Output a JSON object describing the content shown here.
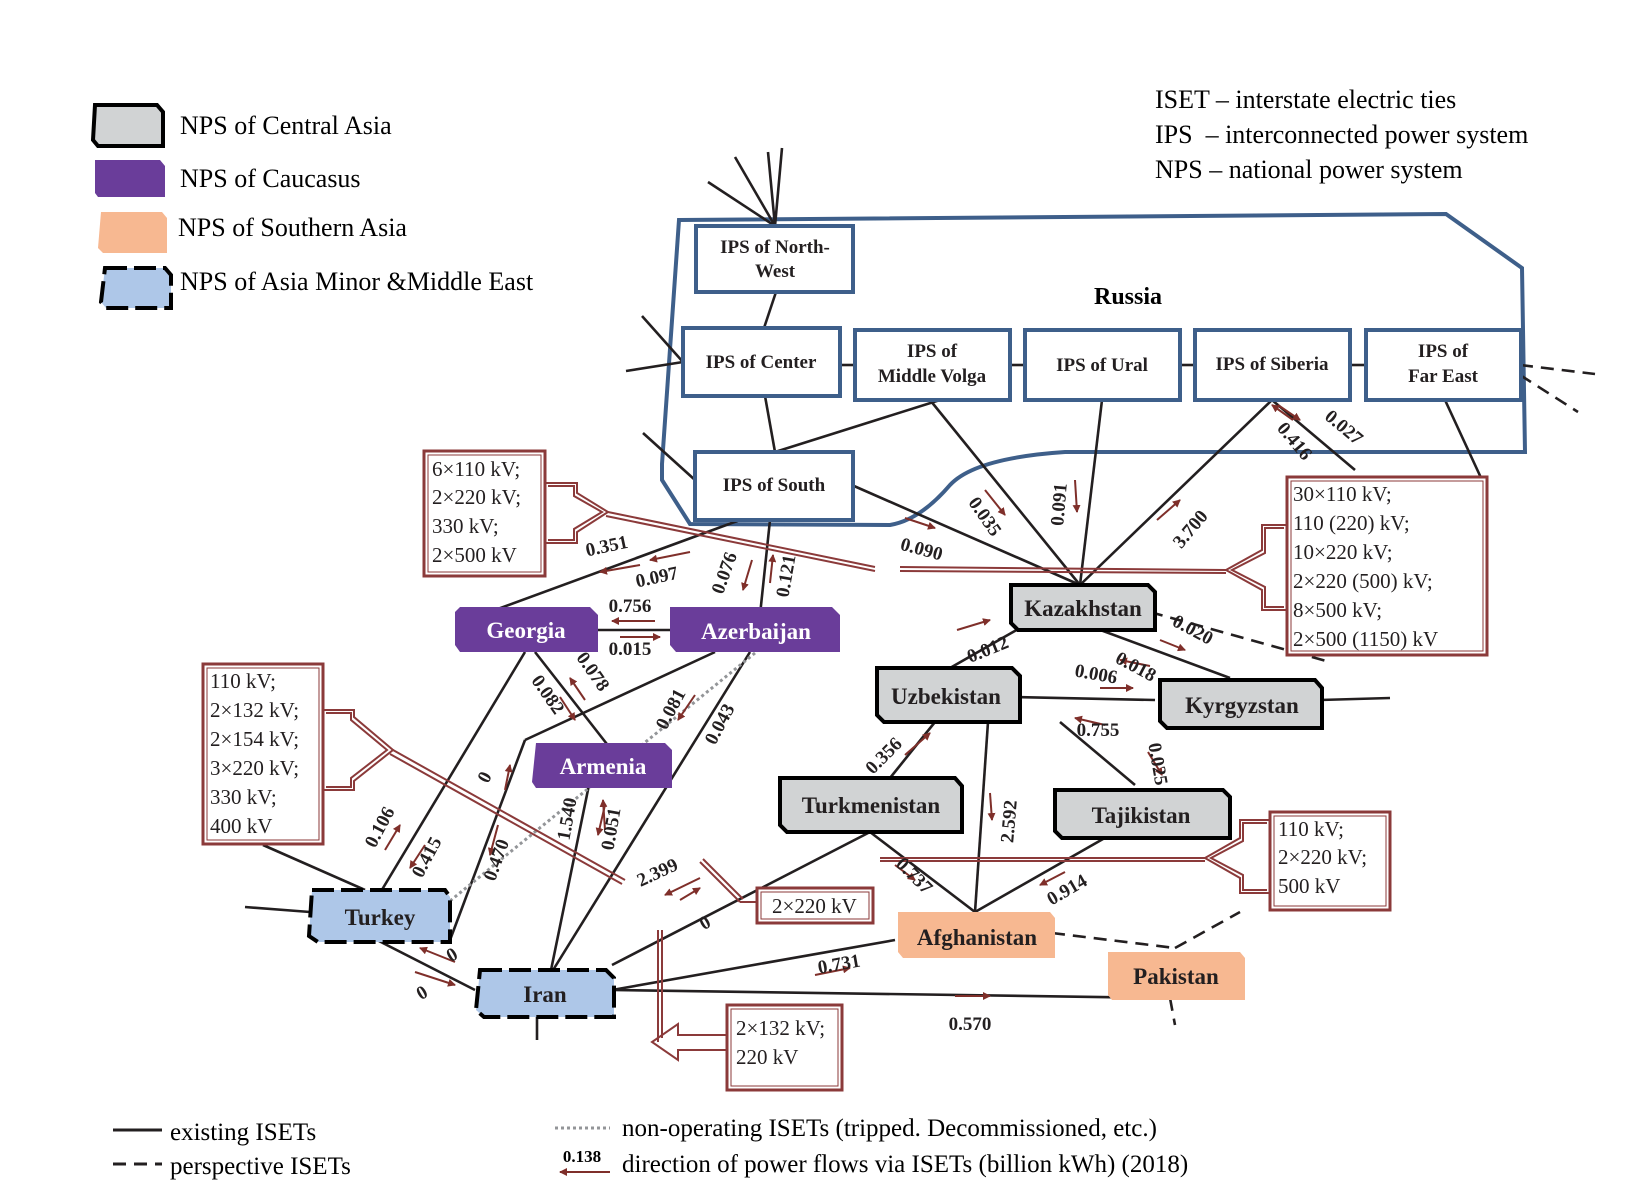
{
  "colors": {
    "central_asia": "#d1d3d4",
    "caucasus": "#6a3d9a",
    "southern_asia": "#f7b891",
    "asia_minor": "#aec7e8",
    "russia_outline": "#3e5f8a",
    "flow_arrow": "#7f2f2a",
    "callout": "#8b3a3a"
  },
  "abbreviations": [
    "ISET – interstate electric ties",
    "IPS  – interconnected power system",
    "NPS – national power system"
  ],
  "legend": {
    "central_asia": "NPS of Central Asia",
    "caucasus": "NPS of Caucasus",
    "southern_asia": "NPS of Southern Asia",
    "asia_minor": "NPS of Asia Minor &Middle East"
  },
  "russia": {
    "label": "Russia",
    "ips_north_west": [
      "IPS of North-",
      "West"
    ],
    "ips_center": "IPS of Center",
    "ips_middle_volga": [
      "IPS of",
      "Middle Volga"
    ],
    "ips_ural": "IPS of Ural",
    "ips_siberia": "IPS of Siberia",
    "ips_far_east": [
      "IPS of",
      "Far East"
    ],
    "ips_south": "IPS of South"
  },
  "countries": {
    "georgia": "Georgia",
    "azerbaijan": "Azerbaijan",
    "armenia": "Armenia",
    "turkey": "Turkey",
    "iran": "Iran",
    "kazakhstan": "Kazakhstan",
    "uzbekistan": "Uzbekistan",
    "kyrgyzstan": "Kyrgyzstan",
    "turkmenistan": "Turkmenistan",
    "tajikistan": "Tajikistan",
    "afghanistan": "Afghanistan",
    "pakistan": "Pakistan"
  },
  "flows": {
    "f0351": "0.351",
    "f0097": "0.097",
    "f0076": "0.076",
    "f0121": "0.121",
    "f0756": "0.756",
    "f0015": "0.015",
    "f0078": "0.078",
    "f0082": "0.082",
    "f0081": "0.081",
    "f0043": "0.043",
    "f0_arm_tur": "0",
    "f0470": "0.470",
    "f1540": "1.540",
    "f0051": "0.051",
    "f0106": "0.106",
    "f0415": "0.415",
    "f2399": "2.399",
    "f0_tm_ir": "0",
    "f0_tur_ir_a": "0",
    "f0_tur_ir_b": "0",
    "f0035": "0.035",
    "f0091": "0.091",
    "f3700": "3.700",
    "f0416": "0.416",
    "f0027": "0.027",
    "f0090": "0.090",
    "f0012": "0.012",
    "f0020": "0.020",
    "f0006": "0.006",
    "f0018": "0.018",
    "f0356": "0.356",
    "f0755": "0.755",
    "f0025": "0.025",
    "f2592": "2.592",
    "f0737": "0.737",
    "f0914": "0.914",
    "f0731": "0.731",
    "f0570": "0.570"
  },
  "callouts": {
    "russia_caucasus": [
      "6×110 kV;",
      "2×220 kV;",
      "330 kV;",
      "2×500 kV"
    ],
    "russia_central_asia": [
      "30×110 kV;",
      " 110 (220) kV;",
      "10×220 kV;",
      "  2×220 (500) kV;",
      "  8×500 kV;",
      "  2×500 (1150) kV"
    ],
    "caucasus_turkey_iran": [
      "110 kV;",
      "2×132 kV;",
      "2×154 kV;",
      "3×220 kV;",
      "330 kV;",
      "400 kV"
    ],
    "turkmenistan_iran": [
      "2×220 kV"
    ],
    "central_south_asia": [
      "110 kV;",
      " 2×220 kV;",
      "500 kV"
    ],
    "iran_south_asia": [
      "2×132 kV;",
      "220 kV"
    ]
  },
  "bottom_legend": {
    "existing": "existing ISETs",
    "perspective": "perspective ISETs",
    "non_operating": "non-operating ISETs (tripped. Decommissioned, etc.)",
    "flow_value": "0.138",
    "flow_direction": "direction of power flows via ISETs (billion kWh) (2018)"
  }
}
